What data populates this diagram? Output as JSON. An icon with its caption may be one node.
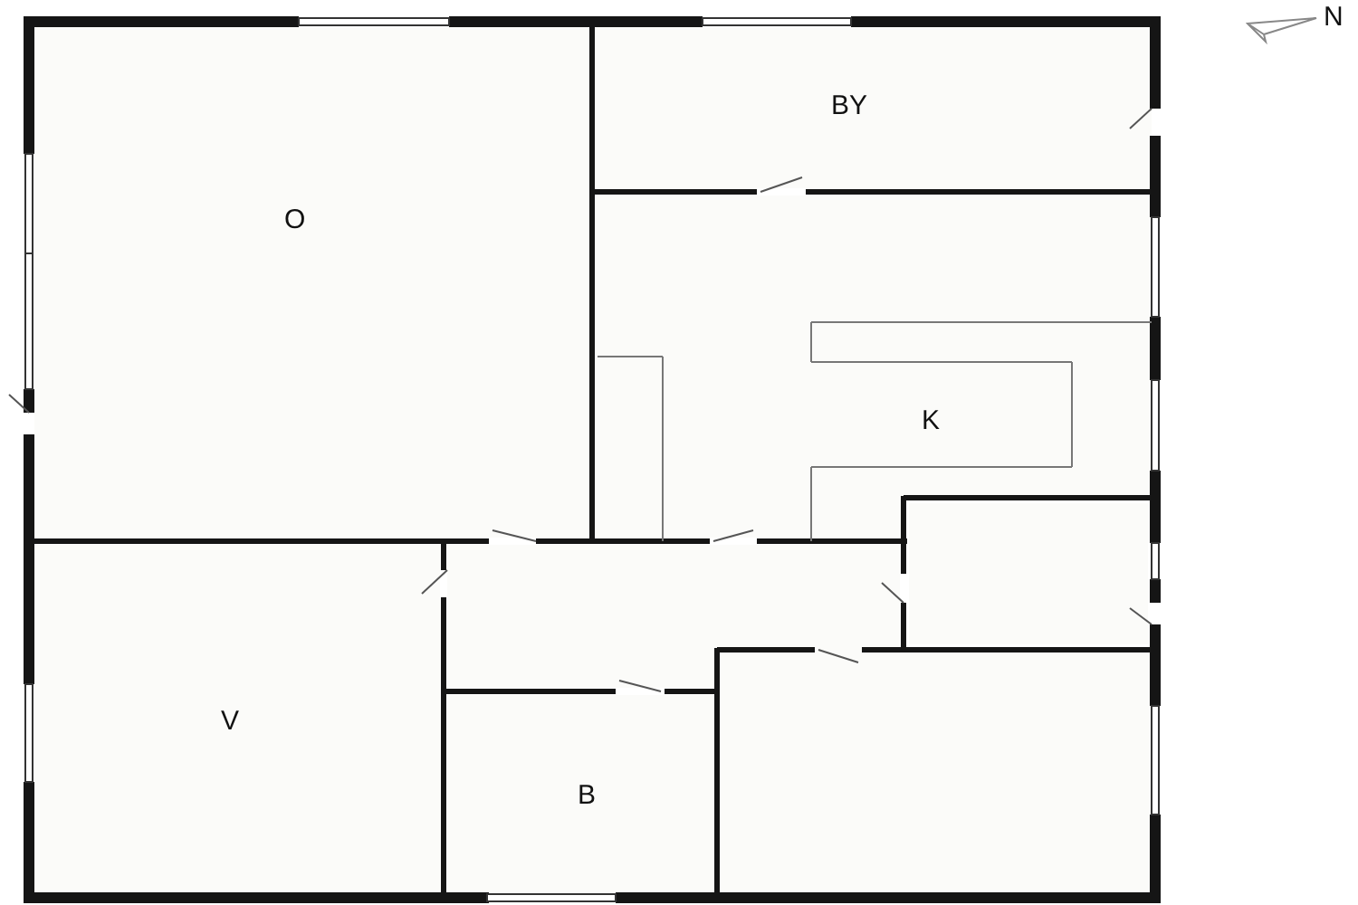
{
  "diagram": {
    "nodes": [
      {
        "text": [
          "O"
        ]
      },
      {
        "text": [
          "BY"
        ]
      },
      {
        "text": [
          "K"
        ]
      },
      {
        "text": [
          "V"
        ]
      },
      {
        "text": [],
        "shape": "box"
      },
      {
        "text": [
          "B"
        ]
      },
      {
        "text": [],
        "shape": "box"
      },
      {
        "text": [],
        "shape": "box"
      }
    ],
    "labels": [
      "N"
    ]
  }
}
